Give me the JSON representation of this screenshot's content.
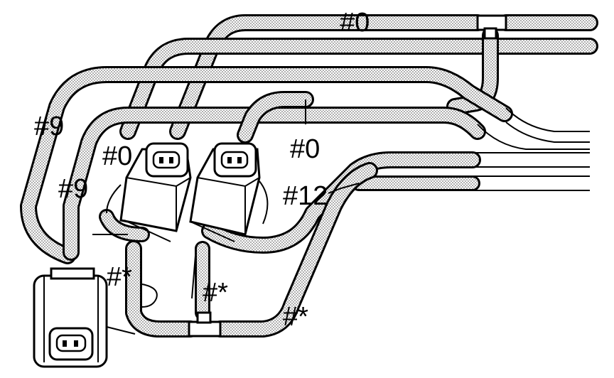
{
  "labels": {
    "hose_0_top": "#0",
    "hose_0_right": "#0",
    "hose_0_left": "#0",
    "hose_9_upper": "#9",
    "hose_9_lower": "#9",
    "hose_12": "#12",
    "hose_star_left": "#*",
    "hose_star_mid": "#*",
    "hose_star_right": "#*"
  },
  "icons": {
    "valve": "solenoid-valve-icon",
    "connector": "electrical-connector-icon"
  },
  "colors": {
    "line": "#000000",
    "background": "#ffffff",
    "hose_fill": "#c8c8c8"
  }
}
